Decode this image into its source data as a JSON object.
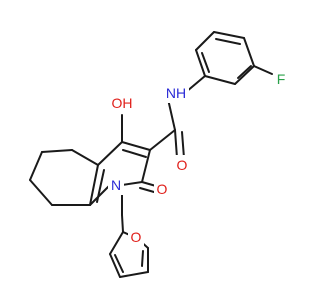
{
  "molecule": {
    "atoms": {
      "hydroxyl": {
        "label": "OH",
        "color": "#e0201b"
      },
      "amide_nh": {
        "label": "NH",
        "color": "#2a2ad6"
      },
      "fluorine": {
        "label": "F",
        "color": "#2aa14a"
      },
      "amide_oxygen": {
        "label": "O",
        "color": "#e0201b"
      },
      "ring_nitrogen": {
        "label": "N",
        "color": "#2a2ad6"
      },
      "ketone_oxygen": {
        "label": "O",
        "color": "#e0201b"
      },
      "furan_oxygen": {
        "label": "O",
        "color": "#e0201b"
      }
    },
    "bond_color": "#1a1a1a"
  }
}
